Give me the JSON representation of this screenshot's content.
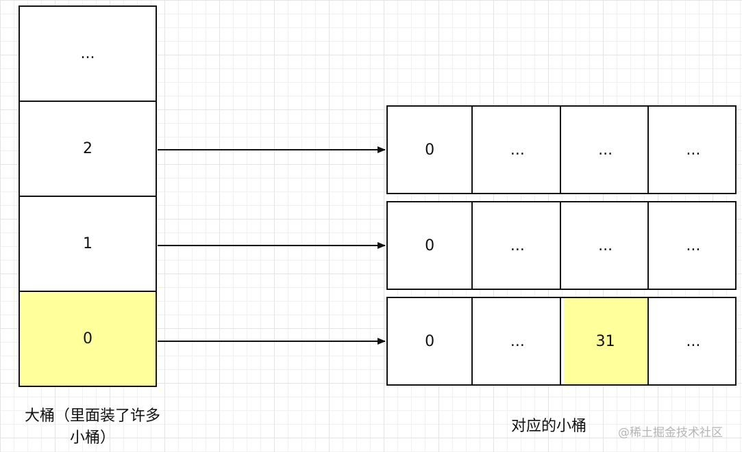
{
  "big_bucket": {
    "cells": [
      "...",
      "2",
      "1",
      "0"
    ],
    "highlight_index": 3
  },
  "small_buckets": [
    {
      "cells": [
        "0",
        "...",
        "...",
        "..."
      ],
      "highlight_index": -1
    },
    {
      "cells": [
        "0",
        "...",
        "...",
        "..."
      ],
      "highlight_index": -1
    },
    {
      "cells": [
        "0",
        "...",
        "31",
        "..."
      ],
      "highlight_index": 2
    }
  ],
  "captions": {
    "big_bucket_line1": "大桶（里面装了许多",
    "big_bucket_line2": "小桶）",
    "small_buckets": "对应的小桶"
  },
  "watermark": "@稀土掘金技术社区",
  "colors": {
    "highlight": "#ffff9c",
    "stroke": "#111111",
    "grid": "#e3e3e3"
  }
}
